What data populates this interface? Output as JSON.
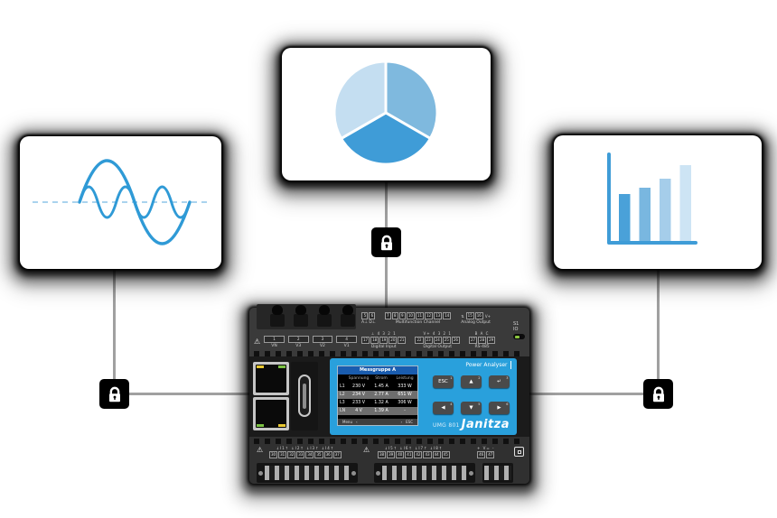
{
  "page": {
    "background": "#ffffff",
    "connector_color": "#a0a0a0",
    "lock_color": "#000000"
  },
  "chart_data": [
    {
      "id": "waveform",
      "type": "line",
      "title": "",
      "description": "two overlaid sine waves on dashed zero baseline",
      "wave_color": "#2f9ad6",
      "baseline_color": "#aad3ee",
      "baseline_style": "dashed",
      "series": [
        {
          "name": "fundamental",
          "periods": 1,
          "relative_amplitude": 1.0
        },
        {
          "name": "harmonic",
          "periods": 3,
          "relative_amplitude": 0.37
        }
      ]
    },
    {
      "id": "pie",
      "type": "pie",
      "title": "",
      "values": [
        33.3,
        33.3,
        33.3
      ],
      "colors": [
        "#7fb9de",
        "#3f9cd7",
        "#c4def1"
      ],
      "start_angle_deg": -90,
      "gap_color": "#ffffff"
    },
    {
      "id": "bar",
      "type": "bar",
      "title": "",
      "values": [
        52,
        59,
        69,
        84
      ],
      "bar_colors": [
        "#4aa1d9",
        "#79b7e0",
        "#a5cdea",
        "#cde4f4"
      ],
      "axis_color": "#3f9cd7",
      "grid": false
    }
  ],
  "device": {
    "brand_label": "Janitza",
    "model_label": "UMG 801",
    "panel_label": "Power Analyser",
    "side_label": {
      "line1": "S1",
      "line2": "IO"
    },
    "voltage_terminals": [
      {
        "num": "1",
        "label": "VN"
      },
      {
        "num": "2",
        "label": "V3"
      },
      {
        "num": "3",
        "label": "V2"
      },
      {
        "num": "4",
        "label": "V1"
      }
    ],
    "top_row1": [
      {
        "nums": [
          "5",
          "6"
        ],
        "label": "A⊥  D⊥"
      },
      {
        "nums": [
          "7",
          "8",
          "9",
          "10",
          "11",
          "12",
          "13",
          "14"
        ],
        "label": "Multifunction Channel"
      },
      {
        "prefix": "⇅",
        "nums": [
          "15",
          "16"
        ],
        "suffix": "V+",
        "label": "Analog Output"
      }
    ],
    "top_row2": [
      {
        "top": "⊥ 4 3 2 1",
        "nums": [
          "17",
          "18",
          "19",
          "20",
          "21"
        ],
        "label": "Digital Input"
      },
      {
        "top": "V+ 4 3 2 1",
        "nums": [
          "22",
          "23",
          "24",
          "25",
          "26"
        ],
        "label": "Digital Output"
      },
      {
        "top": "B A C",
        "nums": [
          "27",
          "28",
          "29"
        ],
        "label": "RS-485"
      }
    ],
    "bottom_row1": {
      "top": "↓I1↑   ↓I2↑   ↓I3↑   ↓I4↑",
      "nums": [
        "30",
        "31",
        "32",
        "33",
        "34",
        "35",
        "36",
        "37"
      ]
    },
    "bottom_row2": {
      "top": "↓I5↑   ↓I6↑   ↓I7↑   ↓I8↑",
      "nums": [
        "38",
        "39",
        "40",
        "41",
        "42",
        "43",
        "44",
        "45"
      ]
    },
    "bottom_power": {
      "top": "+  V=  -",
      "nums": [
        "46",
        "47"
      ]
    },
    "display": {
      "title": "Messgruppe A",
      "columns": [
        "Spannung",
        "Strom",
        "Leistung"
      ],
      "rows": [
        {
          "label": "L1",
          "voltage": "230 V",
          "current": "1.45 A",
          "power": "333 W",
          "highlight": false
        },
        {
          "label": "L2",
          "voltage": "234 V",
          "current": "2.77 A",
          "power": "651 W",
          "highlight": true
        },
        {
          "label": "L3",
          "voltage": "233 V",
          "current": "1.32 A",
          "power": "306 W",
          "highlight": false
        },
        {
          "label": "LN",
          "voltage": "4 V",
          "current": "1.39 A",
          "power": "-",
          "highlight": true
        }
      ],
      "footer": {
        "menu": "Menu",
        "prev": "‹",
        "next": "›",
        "esc": "ESC"
      }
    },
    "keypad": [
      {
        "glyph": "ESC",
        "num": "1"
      },
      {
        "glyph": "▲",
        "num": "2"
      },
      {
        "glyph": "↵",
        "num": "3"
      },
      {
        "glyph": "◀",
        "num": "4"
      },
      {
        "glyph": "▼",
        "num": "5"
      },
      {
        "glyph": "▶",
        "num": "6"
      }
    ]
  }
}
